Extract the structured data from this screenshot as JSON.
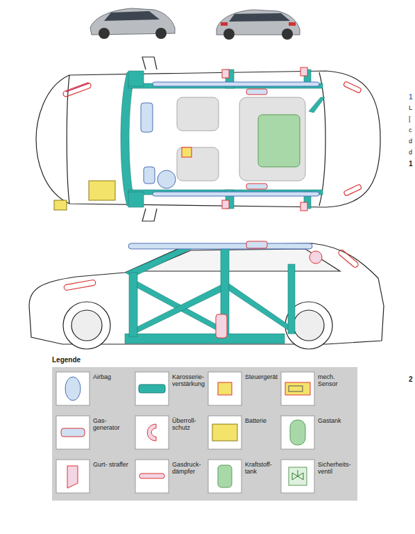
{
  "diagram": {
    "labels": [
      "Legende",
      "1",
      "L",
      "[",
      "c",
      "d",
      "d",
      "1",
      "2"
    ],
    "legend": [
      {
        "text": "Airbag"
      },
      {
        "text": "Karosserie- verstärkung",
        "color": "#2fb3a8"
      },
      {
        "text": "Steuergerät"
      },
      {
        "text": "mech. Sensor"
      },
      {
        "text": "Gas- generator"
      },
      {
        "text": "Überroll- schutz"
      },
      {
        "text": "Batterie"
      },
      {
        "text": "Gastank"
      },
      {
        "text": "Gurt- straffer"
      },
      {
        "text": "Gasdruck- dämpfer"
      },
      {
        "text": "Kraftstoff- tank"
      },
      {
        "text": "Sicherheits- ventil"
      }
    ]
  }
}
